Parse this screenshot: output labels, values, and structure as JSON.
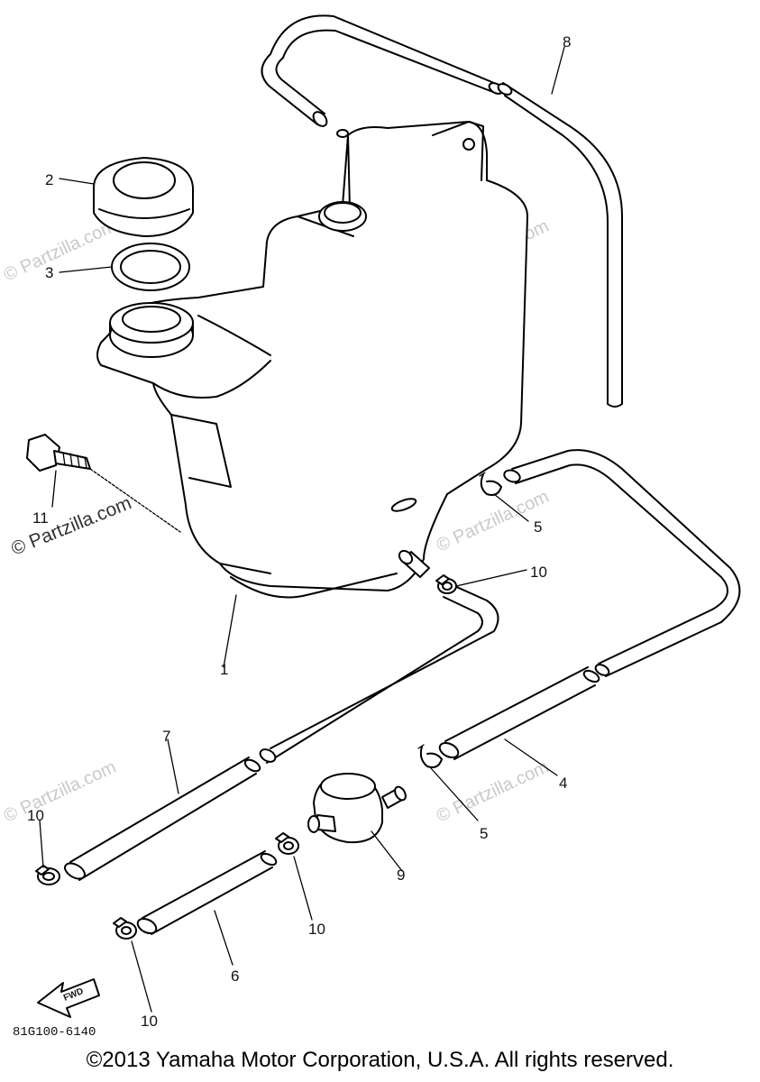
{
  "callouts": {
    "c1": "1",
    "c2": "2",
    "c3": "3",
    "c4": "4",
    "c5a": "5",
    "c5b": "5",
    "c6": "6",
    "c7": "7",
    "c8": "8",
    "c9": "9",
    "c10a": "10",
    "c10b": "10",
    "c10c": "10",
    "c10d": "10",
    "c11": "11"
  },
  "diagram_code": "81G100-6140",
  "fwd_label": "FWD",
  "watermark": "© Partzilla.com",
  "copyright": "©2013 Yamaha Motor Corporation, U.S.A. All rights reserved.",
  "colors": {
    "line": "#000000",
    "watermark": "#c9c9c9",
    "background": "#ffffff"
  }
}
